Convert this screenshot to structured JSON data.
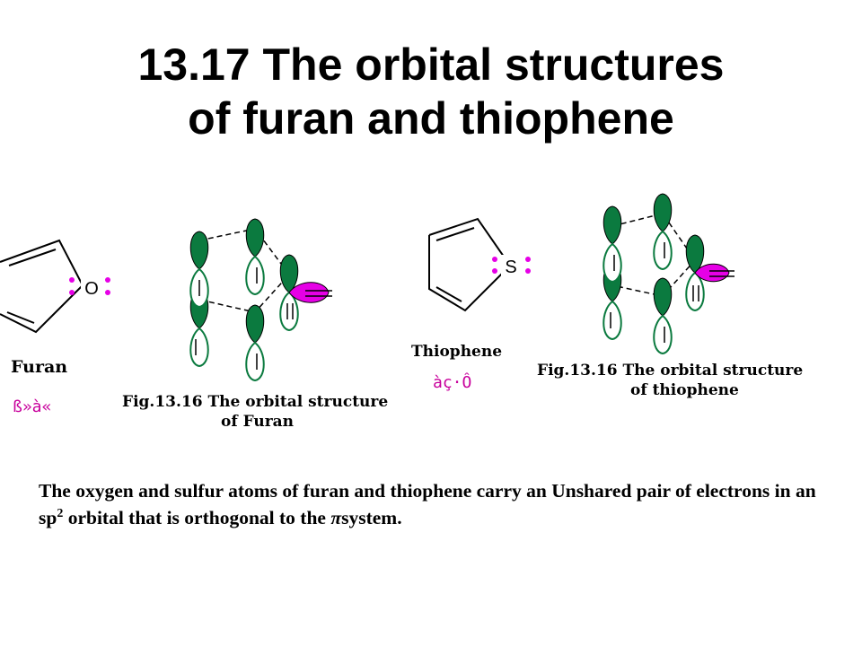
{
  "title": {
    "line1": "13.17  The orbital structures",
    "line2": "of furan and thiophene"
  },
  "furan": {
    "name": "Furan",
    "garbled": "ß»à«",
    "heteroatom": "O",
    "caption_line1": "Fig.13.16 The orbital structure",
    "caption_line2": "of Furan"
  },
  "thiophene": {
    "name": "Thiophene",
    "garbled": "àç·Ô",
    "heteroatom": "S",
    "caption_line1": "Fig.13.16 The orbital structure",
    "caption_line2": "of thiophene"
  },
  "colors": {
    "p_orbital": "#0b7a3f",
    "lone_pair_orbital": "#e600e6",
    "lone_pair_dots": "#e600e6",
    "garbled_text": "#c8009c"
  },
  "body": {
    "part1": "The oxygen and sulfur atoms of furan and thiophene carry an Unshared pair of electrons in an sp",
    "superscript": "2",
    "part2": " orbital that is orthogonal to the ",
    "pi": "π",
    "part3": "system."
  }
}
